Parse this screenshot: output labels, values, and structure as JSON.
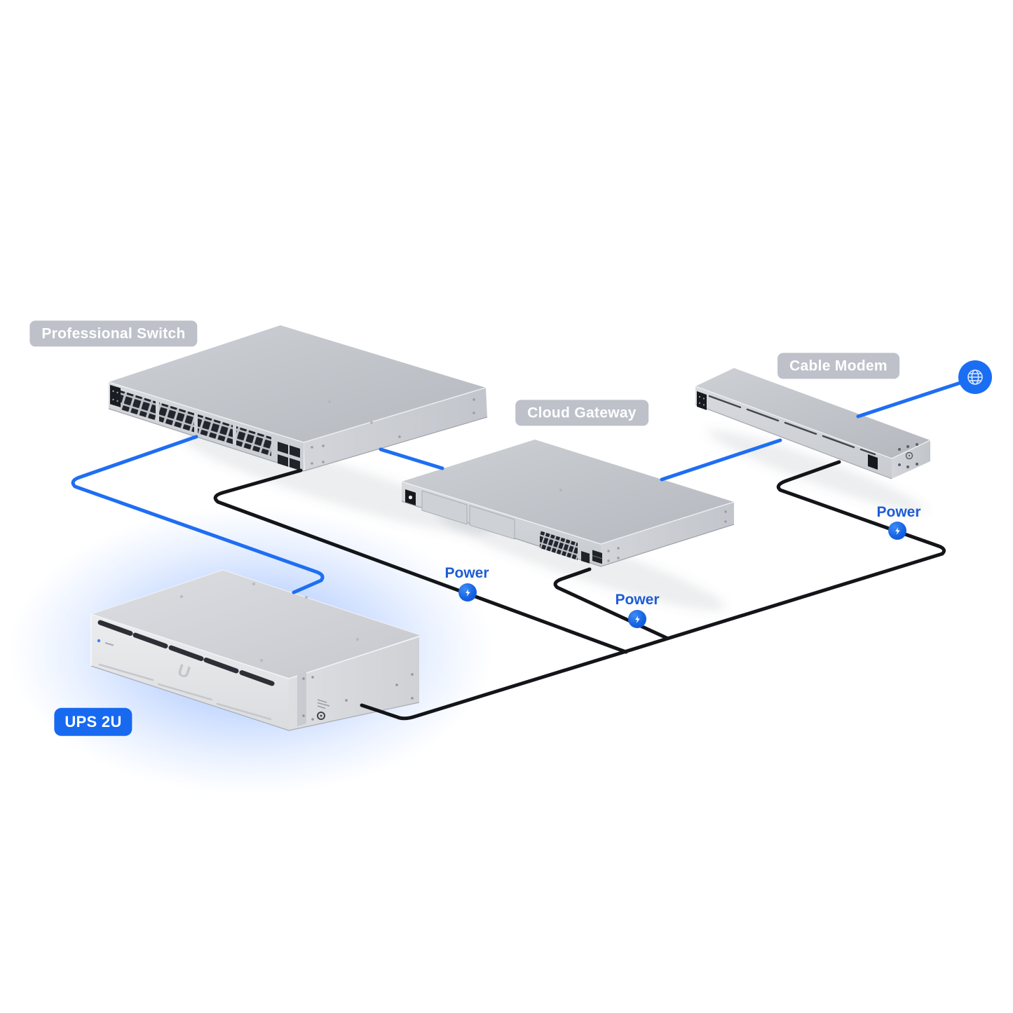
{
  "page": {
    "background": "#ffffff",
    "type": "network-topology-diagram"
  },
  "devices": [
    {
      "id": "professional-switch",
      "label": "Professional Switch",
      "label_style": "gray"
    },
    {
      "id": "cloud-gateway",
      "label": "Cloud Gateway",
      "label_style": "gray"
    },
    {
      "id": "cable-modem",
      "label": "Cable Modem",
      "label_style": "gray"
    },
    {
      "id": "ups-2u",
      "label": "UPS 2U",
      "label_style": "blue",
      "highlighted": true
    }
  ],
  "power_labels": [
    {
      "id": "power-switch-cable",
      "label": "Power"
    },
    {
      "id": "power-gateway-cable",
      "label": "Power"
    },
    {
      "id": "power-modem-cable",
      "label": "Power"
    }
  ],
  "icons": {
    "internet": "globe-icon",
    "power": "lightning-bolt-icon"
  },
  "colors": {
    "accent_blue": "#1a6ef3",
    "power_text_blue": "#1d5cd4",
    "cable_black": "#131518",
    "cable_blue": "#1f6ef2",
    "device_label_bg": "#b8bcc4",
    "ups_label_bg": "#1769f0",
    "ups_glow": "#8ab4ff"
  }
}
